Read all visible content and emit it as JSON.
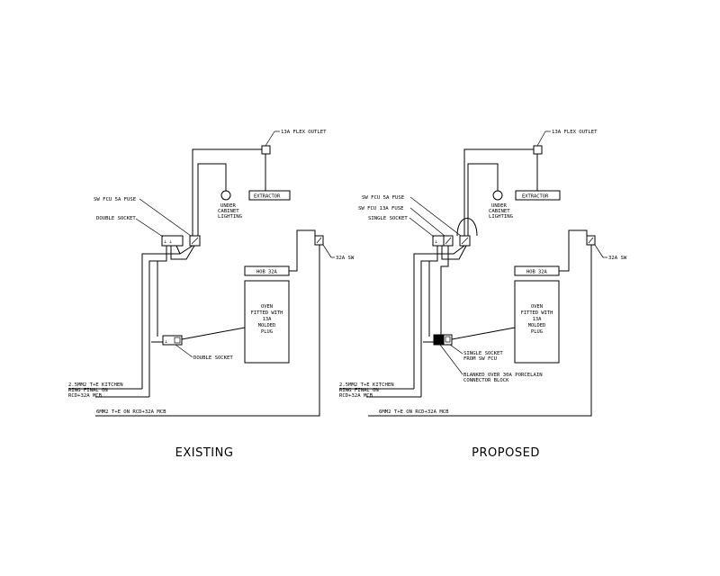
{
  "existing": {
    "title": "EXISTING",
    "flex_outlet": "13A FLEX OUTLET",
    "extractor": "EXTRACTOR",
    "under_cabinet": [
      "UNDER",
      "CABINET",
      "LIGHTING"
    ],
    "sw_fcu": "SW FCU 5A FUSE",
    "double_socket_top": "DOUBLE SOCKET",
    "hob": "HOB 32A",
    "sw32": "32A SW",
    "oven": [
      "OVEN",
      "FITTED WITH",
      "13A",
      "MOLDED",
      "PLUG"
    ],
    "double_socket_low": "DOUBLE SOCKET",
    "ring": [
      "2.5MM2 T+E KITCHEN",
      "RING FINAL ON",
      "RCD+32A MCB"
    ],
    "cable6": "6MM2 T+E ON RCD+32A MCB"
  },
  "proposed": {
    "title": "PROPOSED",
    "flex_outlet": "13A FLEX OUTLET",
    "extractor": "EXTRACTOR",
    "under_cabinet": [
      "UNDER",
      "CABINET",
      "LIGHTING"
    ],
    "sw_fcu5": "SW FCU 5A FUSE",
    "sw_fcu13": "SW FCU 13A FUSE",
    "single_socket_top": "SINGLE SOCKET",
    "hob": "HOB 32A",
    "sw32": "32A SW",
    "oven": [
      "OVEN",
      "FITTED WITH",
      "13A",
      "MOLDED",
      "PLUG"
    ],
    "single_socket_fcu": [
      "SINGLE SOCKET",
      "FROM SW FCU"
    ],
    "blanked": [
      "BLANKED OVER 30A PORCELAIN",
      "CONNECTOR BLOCK"
    ],
    "ring": [
      "2.5MM2 T+E KITCHEN",
      "RING FINAL ON",
      "RCD+32A MCB"
    ],
    "cable6": "6MM2 T+E ON RCD+32A MCB"
  }
}
